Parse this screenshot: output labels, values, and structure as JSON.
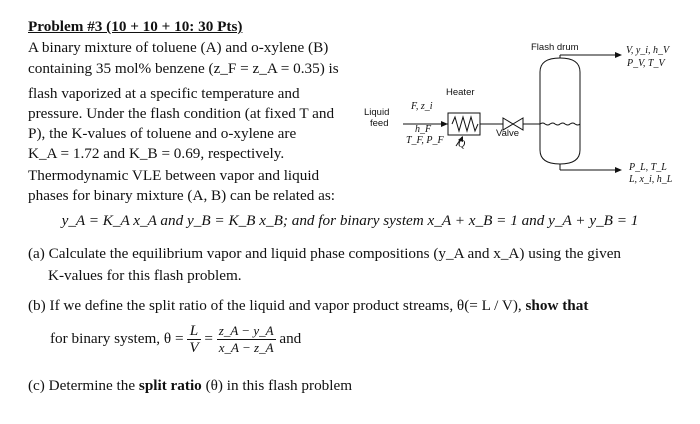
{
  "problem": {
    "title": "Problem #3 (10 + 10 + 10: 30 Pts)",
    "paragraph_lines": [
      "A binary mixture of toluene (A) and o-xylene (B)",
      "containing 35 mol% benzene (z_F = z_A = 0.35) is",
      "flash vaporized at a specific temperature and",
      "pressure. Under the flash condition (at fixed T and",
      "P), the K-values of toluene and o-xylene are",
      "K_A = 1.72 and K_B = 0.69, respectively.",
      "Thermodynamic VLE between vapor and liquid",
      "phases for binary mixture (A, B) can be related as:"
    ],
    "equation": "y_A = K_A x_A and y_B = K_B x_B; and for binary system x_A + x_B = 1 and y_A + y_B = 1",
    "part_a_line1": "(a) Calculate the equilibrium vapor and liquid phase compositions (y_A and x_A) using the given",
    "part_a_line2": "K-values for this flash problem.",
    "part_b_line1_pre": "(b) If we define the split ratio of the liquid and vapor product streams, θ(= L / V), ",
    "part_b_line1_bold": "show that",
    "part_b_line2_pre": "for binary system, θ = ",
    "part_b_frac1_num": "L",
    "part_b_frac1_den": "V",
    "part_b_frac2_num": "z_A − y_A",
    "part_b_frac2_den": "x_A − z_A",
    "part_b_line2_post": " and",
    "part_c_pre": "(c) Determine the ",
    "part_c_bold": "split ratio",
    "part_c_post": " (θ) in this flash problem"
  },
  "diagram": {
    "flash_drum_label": "Flash drum",
    "heater_label": "Heater",
    "valve_label": "Valve",
    "liquid_feed_label_1": "Liquid",
    "liquid_feed_label_2": "feed",
    "feed_vars": "F, z_i",
    "feed_enthalpy": "h_F",
    "feed_TP": "T_F, P_F",
    "heat_label": "Q",
    "vapor_out_1": "V, y_i, h_V",
    "vapor_out_2": "P_V, T_V",
    "liquid_out_1": "P_L, T_L",
    "liquid_out_2": "L, x_i, h_L"
  }
}
